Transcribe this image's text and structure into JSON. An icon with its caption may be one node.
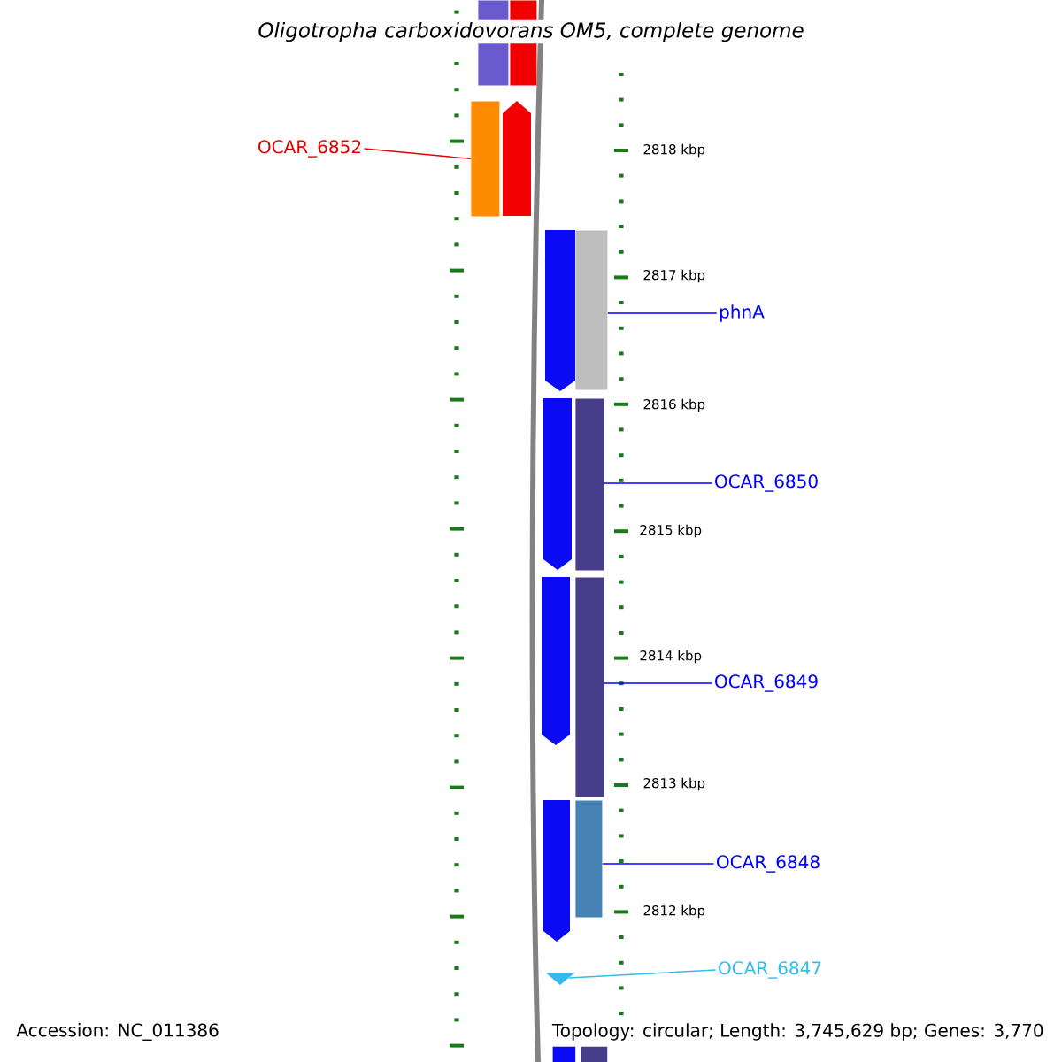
{
  "diagram": {
    "title": "Oligotropha carboxidovorans OM5, complete genome",
    "nodes": [
      {
        "text": [
          "OCAR_6852"
        ]
      },
      {
        "text": [],
        "shape": "bar"
      },
      {
        "text": [
          "phnA"
        ]
      },
      {
        "text": [],
        "shape": "bar"
      },
      {
        "text": [
          "OCAR_6850"
        ]
      },
      {
        "text": [],
        "shape": "bar"
      },
      {
        "text": [
          "OCAR_6849"
        ]
      },
      {
        "text": [],
        "shape": "bar"
      },
      {
        "text": [
          "OCAR_6848"
        ]
      },
      {
        "text": [],
        "shape": "bar"
      },
      {
        "text": [
          "OCAR_6847"
        ]
      },
      {
        "text": [],
        "shape": "triangle"
      },
      {
        "text": [],
        "shape": "bar"
      },
      {
        "text": [],
        "shape": "bar"
      },
      {
        "text": [],
        "shape": "arrow"
      },
      {
        "text": [],
        "shape": "arrow"
      },
      {
        "text": [],
        "shape": "arrow"
      },
      {
        "text": [],
        "shape": "arrow"
      },
      {
        "text": [],
        "shape": "arrow"
      },
      {
        "text": [],
        "shape": "bar"
      },
      {
        "text": [],
        "shape": "bar"
      }
    ],
    "edges": [
      {
        "from": 0,
        "to": 1,
        "arrow": "none",
        "color": "#e00000"
      },
      {
        "from": 2,
        "to": 3,
        "arrow": "none"
      },
      {
        "from": 4,
        "to": 5,
        "arrow": "none"
      },
      {
        "from": 6,
        "to": 7,
        "arrow": "none"
      },
      {
        "from": 8,
        "to": 9,
        "arrow": "none"
      },
      {
        "from": 10,
        "to": 11,
        "arrow": "none",
        "color": "#33bbee"
      }
    ],
    "labels": [
      "2818 kbp",
      "2817 kbp",
      "2816 kbp",
      "2815 kbp",
      "2814 kbp",
      "2813 kbp",
      "2812 kbp",
      "Accession: NC_011386",
      "Topology: circular; Length: 3,745,629 bp; Genes: 3,770"
    ]
  }
}
